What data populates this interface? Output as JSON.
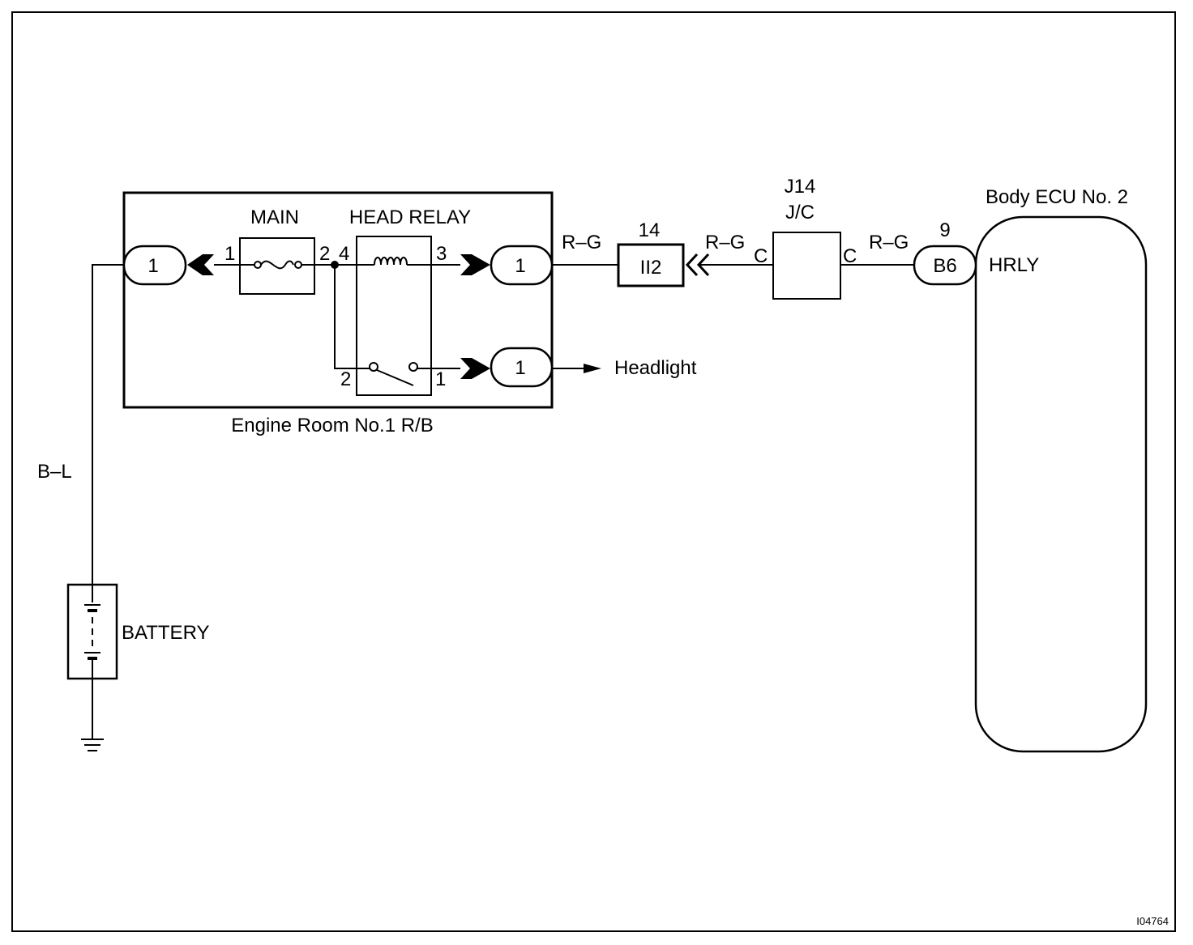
{
  "colors": {
    "line": "#000000",
    "background": "#ffffff"
  },
  "engine_room_rb": {
    "label": "Engine Room No.1 R/B",
    "connector_left": "1",
    "connector_right_top": "1",
    "connector_right_bottom": "1"
  },
  "main_fuse": {
    "label": "MAIN",
    "pin_left": "1",
    "pin_right": "2"
  },
  "head_relay": {
    "label": "HEAD RELAY",
    "pin_coil_in": "4",
    "pin_coil_out": "3",
    "pin_switch_in": "2",
    "pin_switch_out": "1"
  },
  "wires": {
    "battery_wire": "B–L",
    "wire_1": "R–G",
    "wire_2": "R–G",
    "wire_3": "R–G"
  },
  "headlight": {
    "label": "Headlight"
  },
  "connector_ii2": {
    "pin": "14",
    "label": "II2"
  },
  "junction": {
    "name": "J14",
    "type": "J/C",
    "pin_left": "C",
    "pin_right": "C"
  },
  "body_ecu": {
    "label": "Body ECU No. 2",
    "connector_pin": "9",
    "connector": "B6",
    "terminal": "HRLY"
  },
  "battery": {
    "label": "BATTERY"
  },
  "figure_code": "I04764"
}
